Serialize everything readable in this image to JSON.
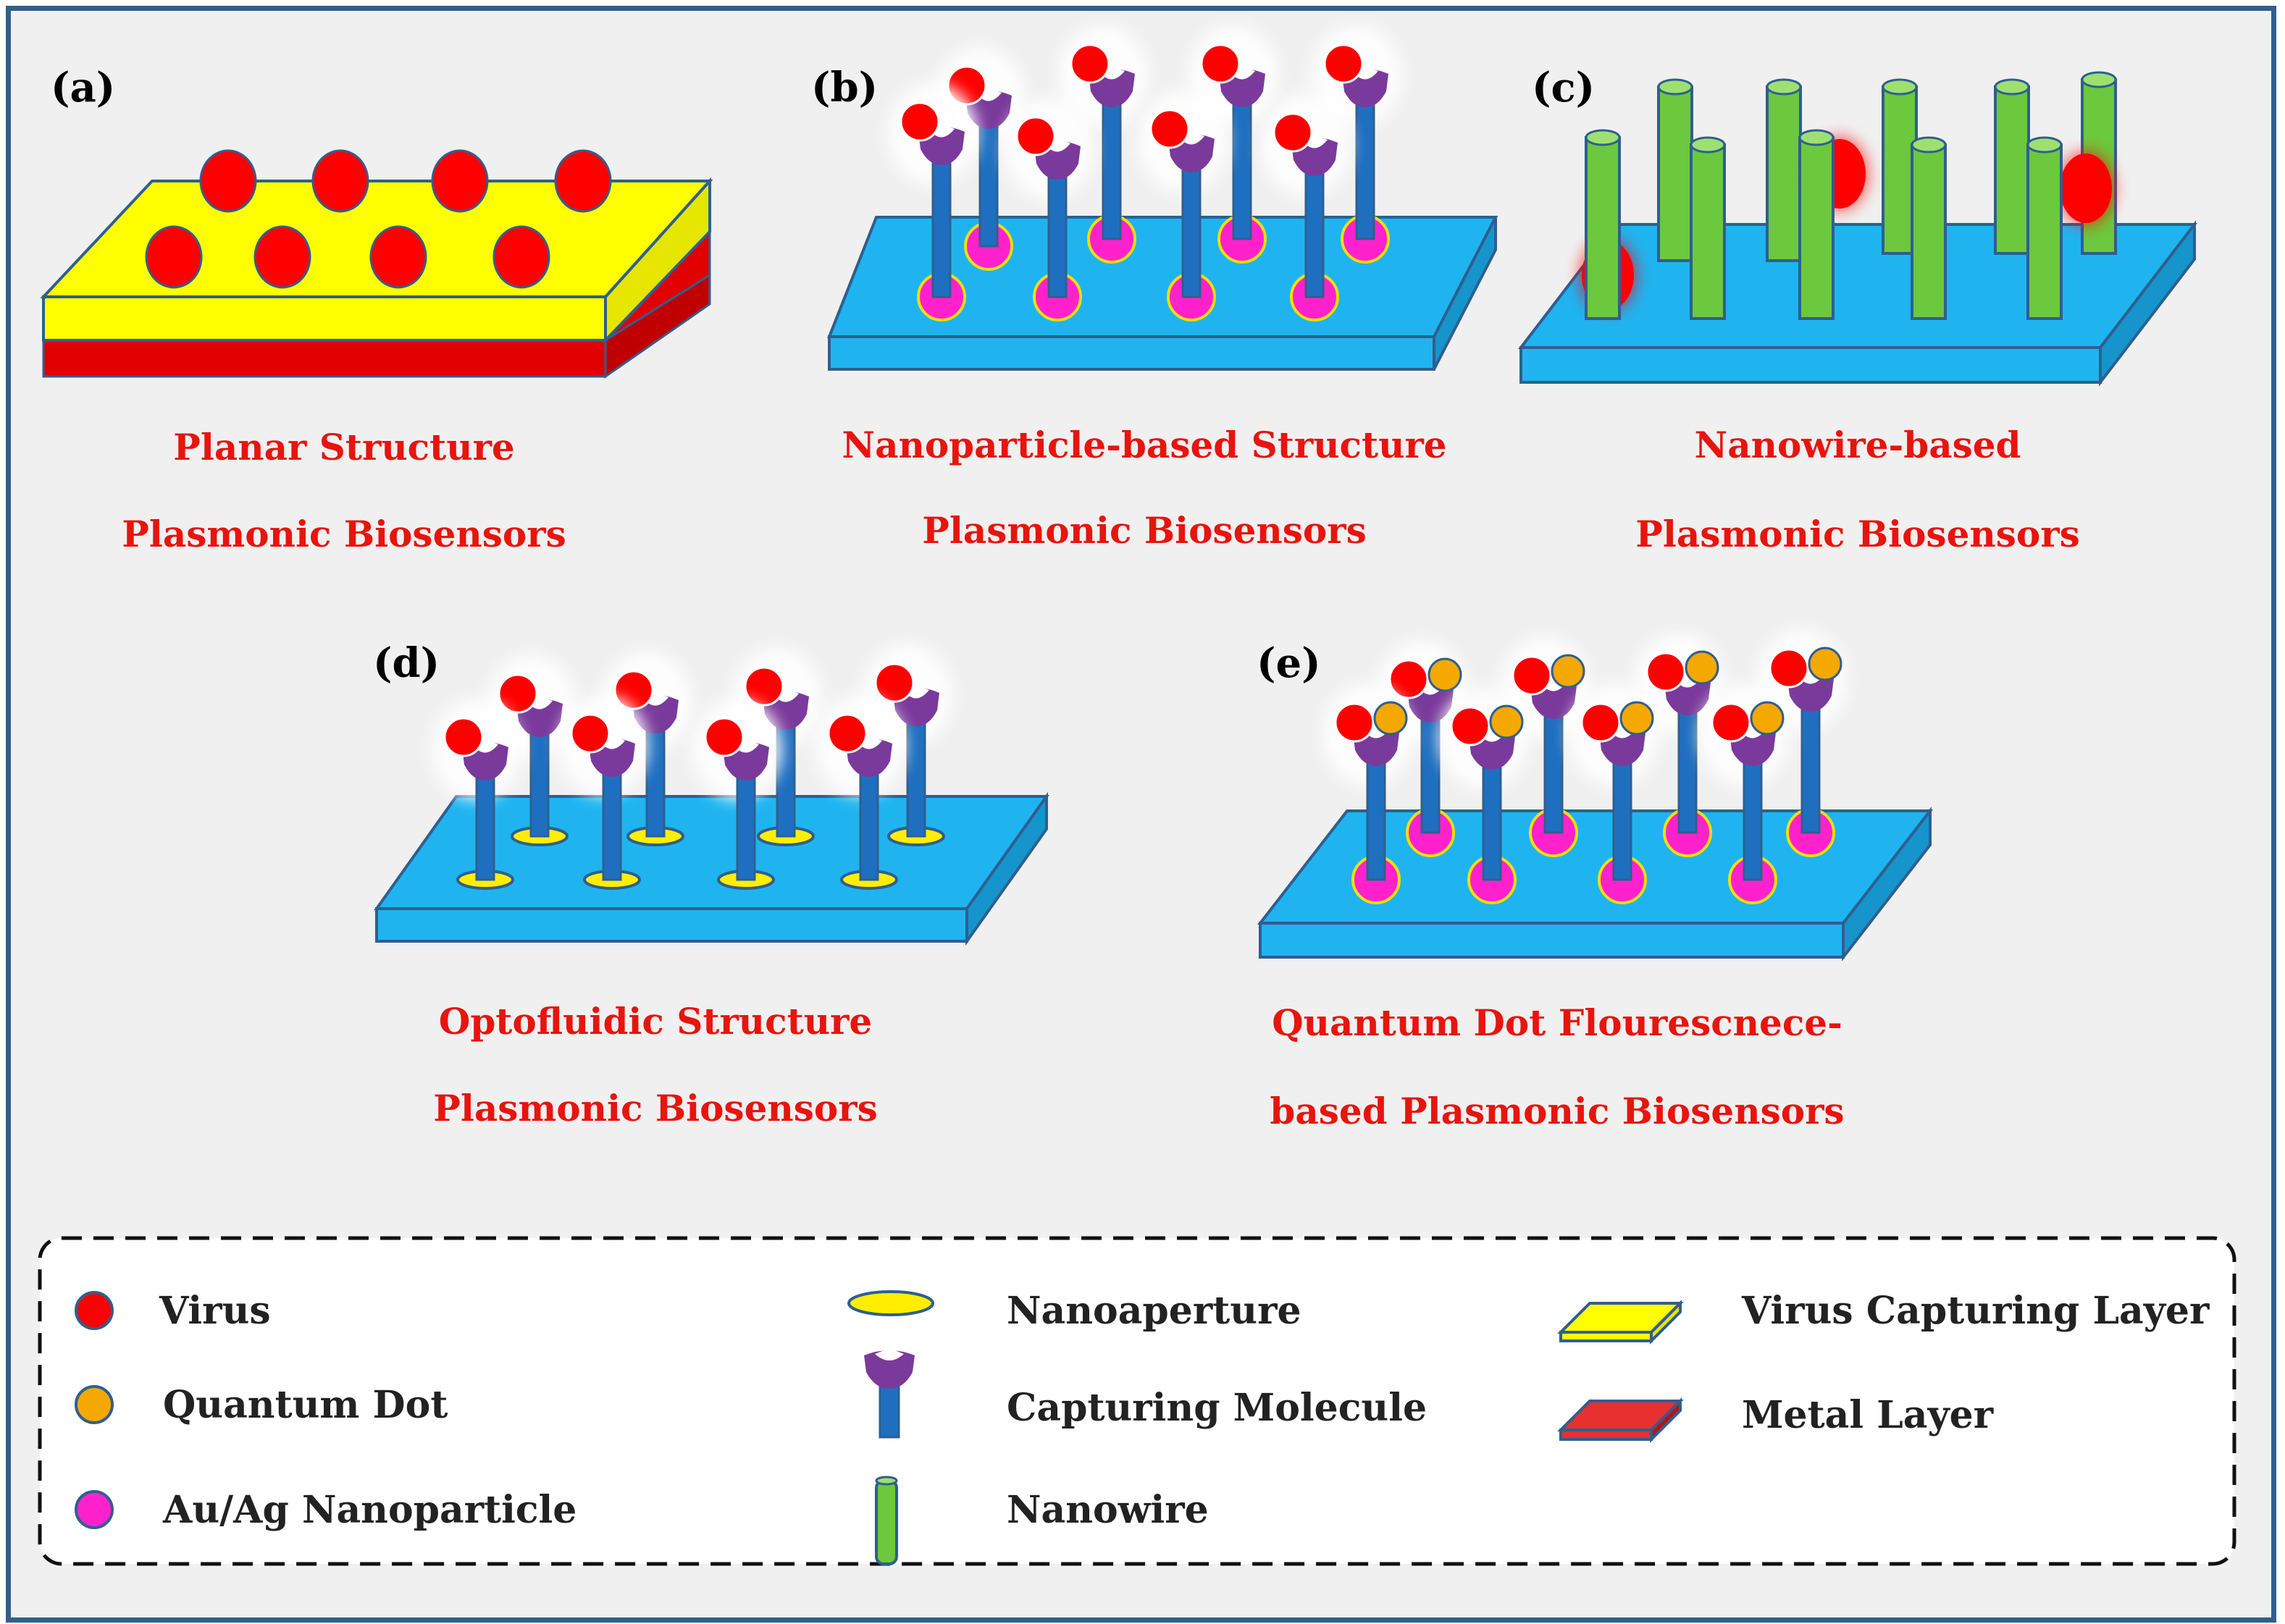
{
  "panels": [
    {
      "id": "a",
      "label": "(a)",
      "caption": [
        "Planar Structure",
        "Plasmonic Biosensors"
      ]
    },
    {
      "id": "b",
      "label": "(b)",
      "caption": [
        "Nanoparticle-based Structure",
        "Plasmonic Biosensors"
      ]
    },
    {
      "id": "c",
      "label": "(c)",
      "caption": [
        "Nanowire-based",
        "Plasmonic Biosensors"
      ]
    },
    {
      "id": "d",
      "label": "(d)",
      "caption": [
        "Optofluidic Structure",
        "Plasmonic Biosensors"
      ]
    },
    {
      "id": "e",
      "label": "(e)",
      "caption": [
        "Quantum Dot Flourescnece-",
        "based Plasmonic Biosensors"
      ]
    }
  ],
  "legend": {
    "items": [
      {
        "icon": "virus-icon",
        "label": "Virus"
      },
      {
        "icon": "quantum-dot-icon",
        "label": "Quantum Dot"
      },
      {
        "icon": "nanoparticle-icon",
        "label": "Au/Ag Nanoparticle"
      },
      {
        "icon": "nanoaperture-icon",
        "label": "Nanoaperture"
      },
      {
        "icon": "capturing-molecule-icon",
        "label": "Capturing Molecule"
      },
      {
        "icon": "nanowire-icon",
        "label": "Nanowire"
      },
      {
        "icon": "capturing-layer-icon",
        "label": "Virus Capturing Layer"
      },
      {
        "icon": "metal-layer-icon",
        "label": "Metal Layer"
      }
    ]
  },
  "colors": {
    "virus": "#ff0000",
    "quantum_dot": "#f5a800",
    "nanoparticle": "#ff22cc",
    "nanoaperture": "#ffee00",
    "substrate": "#1fb4f0",
    "capturing_layer": "#ffff00",
    "metal_layer": "#e00000",
    "nanowire": "#6cc83c",
    "molecule_stem": "#1f6fc0",
    "molecule_head": "#7a3a9c",
    "outline": "#2f5f8f"
  }
}
